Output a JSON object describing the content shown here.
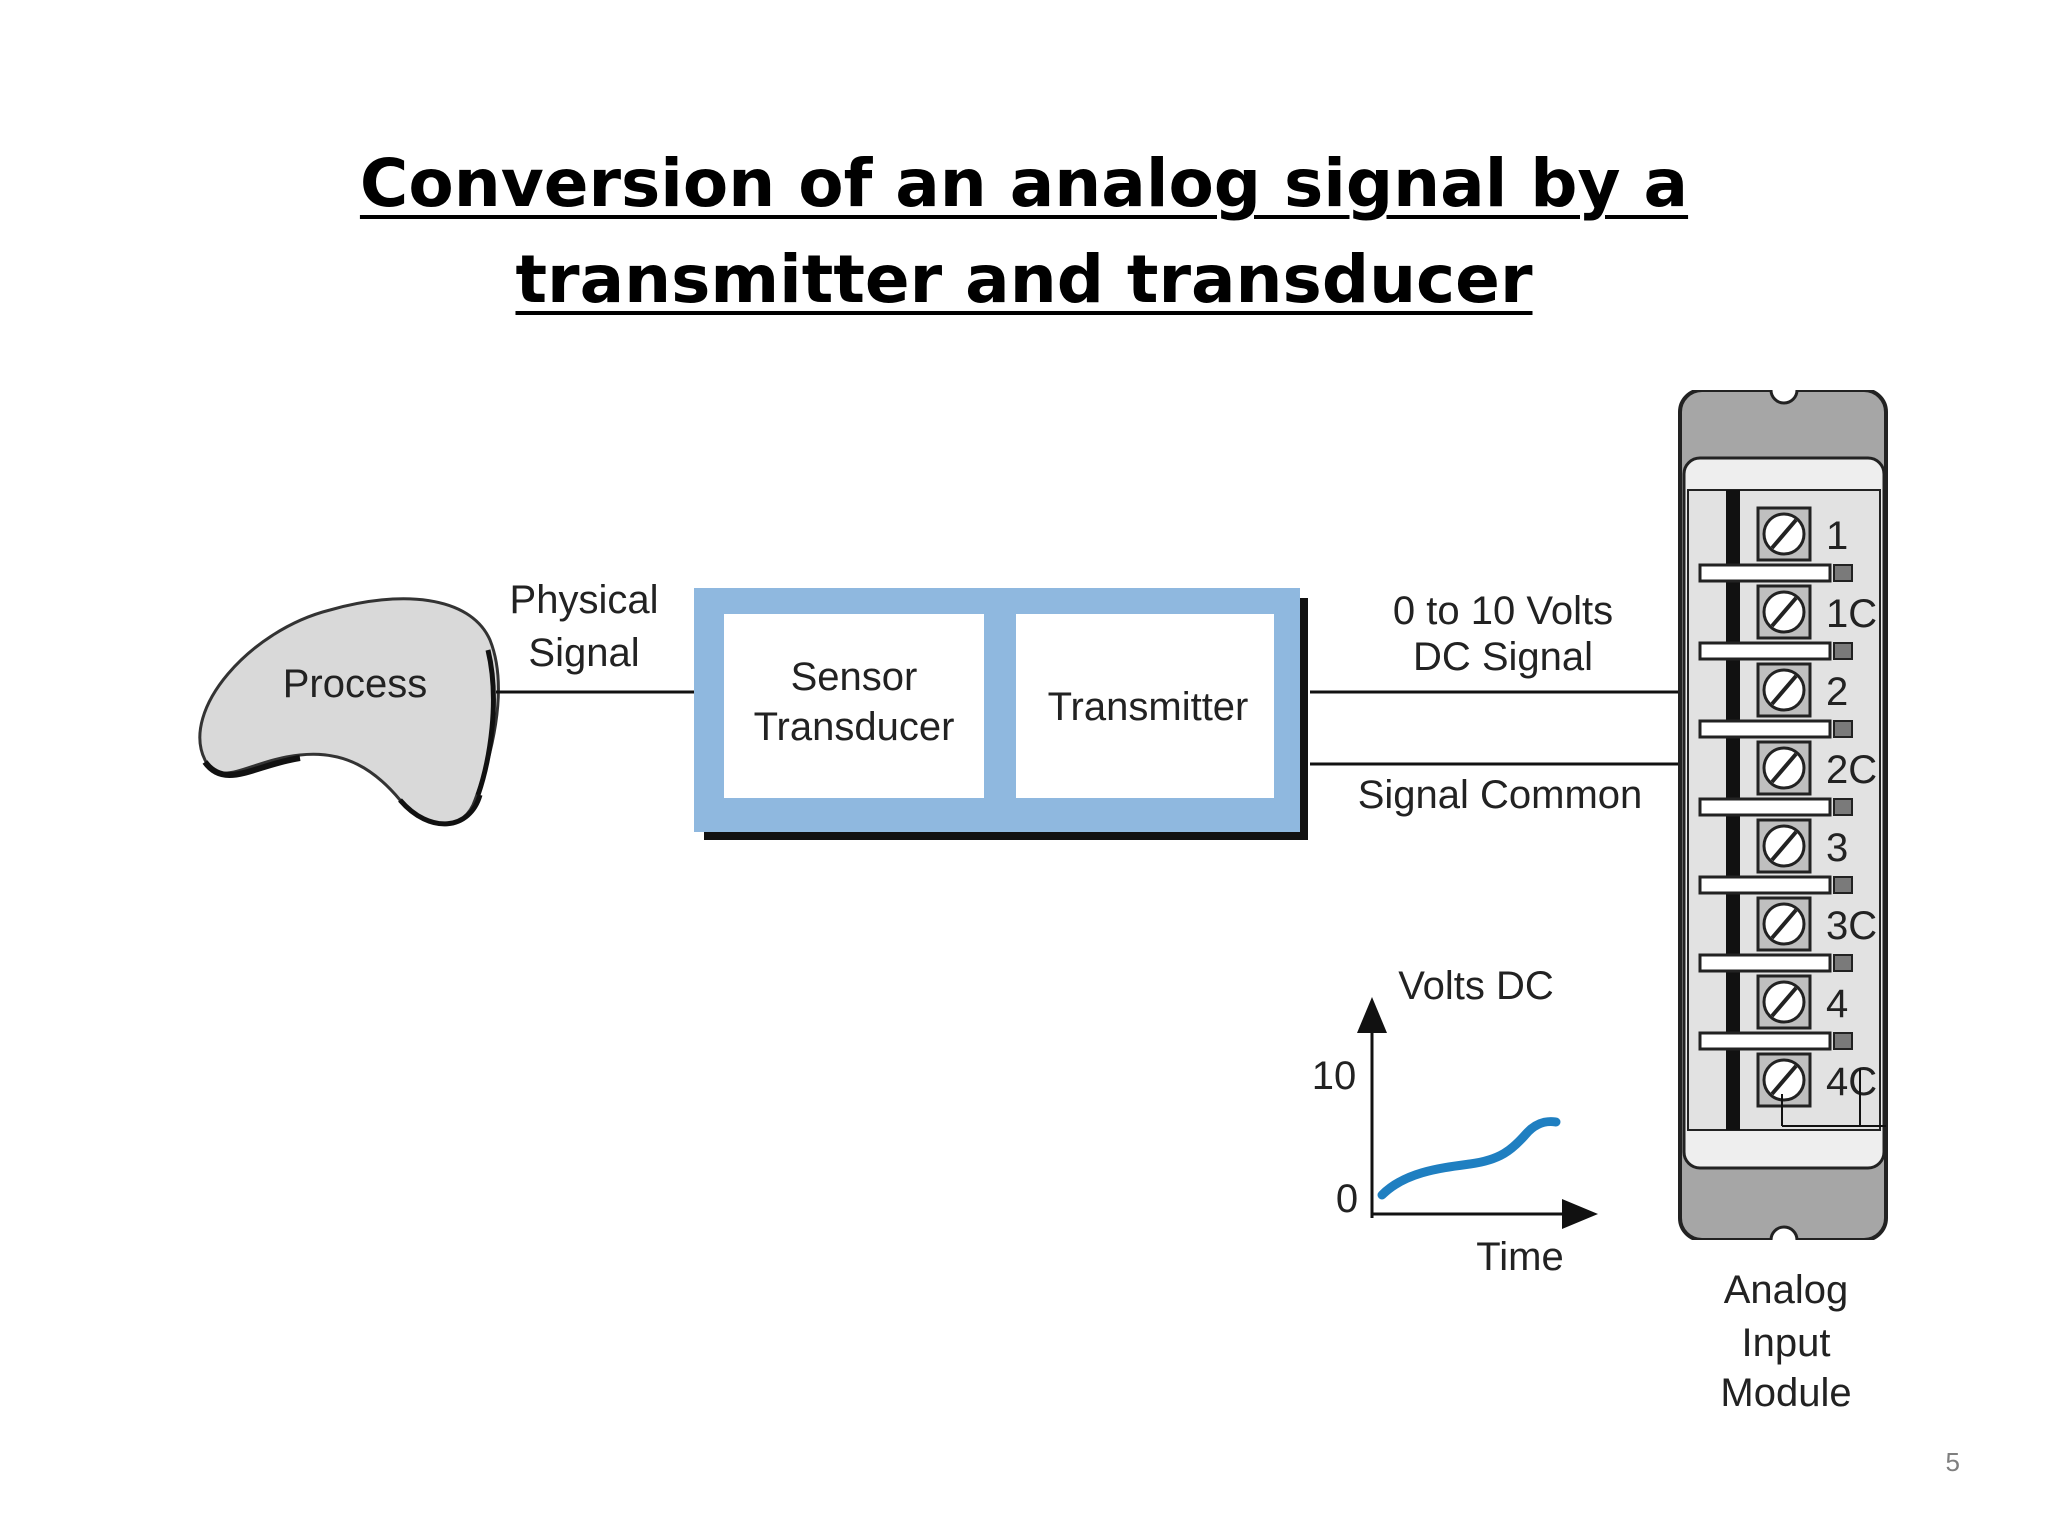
{
  "title": {
    "line1": "Conversion of an analog signal by a",
    "line2": "transmitter and transducer"
  },
  "diagram": {
    "process_label": "Process",
    "physical_signal": [
      "Physical",
      "Signal"
    ],
    "sensor_transducer": [
      "Sensor",
      "Transducer"
    ],
    "transmitter": "Transmitter",
    "dc_signal": [
      "0 to 10 Volts",
      "DC Signal"
    ],
    "signal_common": "Signal Common",
    "graph": {
      "y_label": "Volts DC",
      "x_label": "Time",
      "tick_10": "10",
      "tick_0": "0"
    },
    "module_label": [
      "Analog",
      "Input",
      "Module"
    ],
    "terminals": [
      "1",
      "1C",
      "2",
      "2C",
      "3",
      "3C",
      "4",
      "4C"
    ],
    "colors": {
      "frame_blue": "#8fb8df",
      "curve_blue": "#1f7fc1",
      "process_gray": "#d9d9d9",
      "module_gray": "#a6a6a6"
    }
  },
  "page_number": "5"
}
